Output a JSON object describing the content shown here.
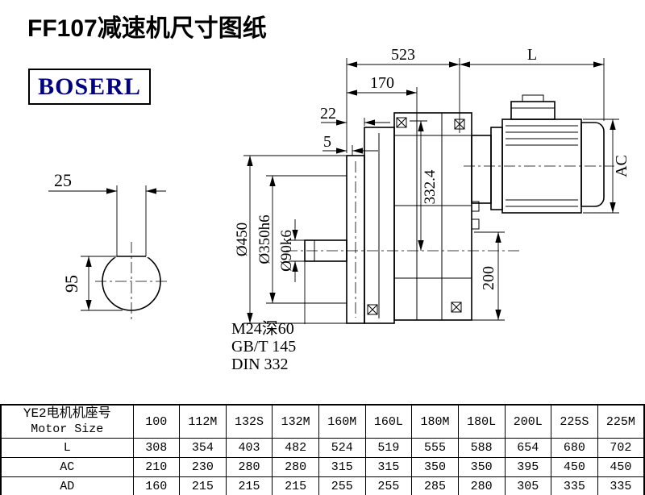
{
  "title": "FF107减速机尺寸图纸",
  "logo": "BOSERL",
  "drawing": {
    "dims": {
      "top_width": "523",
      "length": "L",
      "front_depth": "170",
      "flange_thickness": "22",
      "spigot_depth": "5",
      "key_width": "25",
      "shaft_section_height": "95",
      "motor_diameter": "AC",
      "center_dim": "332.4",
      "flange_od": "Ø450",
      "spigot_dia": "Ø350h6",
      "shaft_dia": "Ø90k6",
      "lower_height": "200"
    },
    "notes": [
      "M24深60",
      "GB/T 145",
      "DIN 332"
    ]
  },
  "table": {
    "header_cn": "YE2电机机座号",
    "header_en": "Motor Size",
    "columns": [
      "100",
      "112M",
      "132S",
      "132M",
      "160M",
      "160L",
      "180M",
      "180L",
      "200L",
      "225S",
      "225M"
    ],
    "rows": [
      {
        "label": "L",
        "values": [
          "308",
          "354",
          "403",
          "482",
          "524",
          "519",
          "555",
          "588",
          "654",
          "680",
          "702"
        ]
      },
      {
        "label": "AC",
        "values": [
          "210",
          "230",
          "280",
          "280",
          "315",
          "315",
          "350",
          "350",
          "395",
          "450",
          "450"
        ]
      },
      {
        "label": "AD",
        "values": [
          "160",
          "215",
          "215",
          "215",
          "255",
          "255",
          "285",
          "280",
          "305",
          "335",
          "335"
        ]
      }
    ]
  }
}
